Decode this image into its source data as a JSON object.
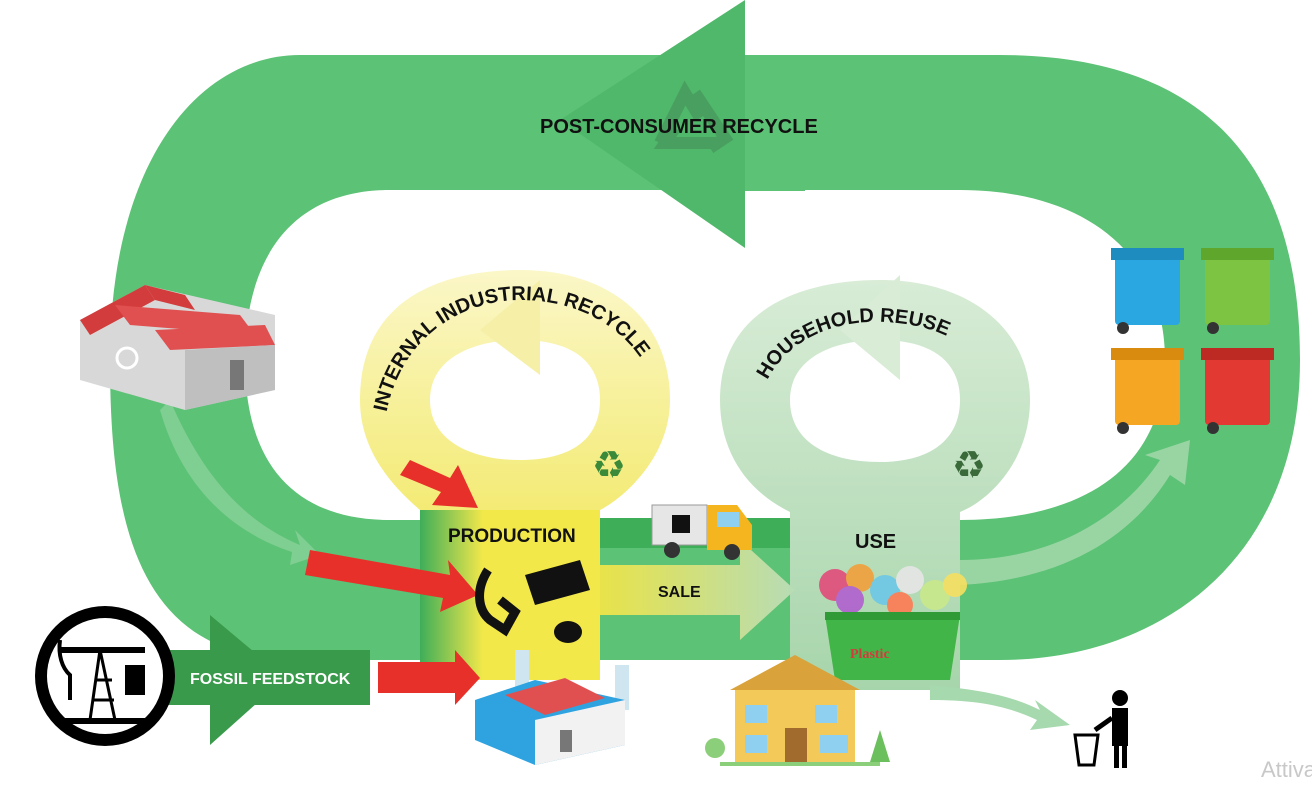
{
  "labels": {
    "post_consumer": "POST-CONSUMER RECYCLE",
    "internal": "INTERNAL INDUSTRIAL RECYCLE",
    "household": "HOUSEHOLD REUSE",
    "production": "PRODUCTION",
    "use": "USE",
    "sale": "SALE",
    "fossil": "FOSSIL FEEDSTOCK",
    "plastic": "Plastic"
  },
  "watermark": "Attiva",
  "colors": {
    "main_loop": "#4cb866",
    "dark_green": "#3a9a4c",
    "light_green": "#b6dcb8",
    "yellow": "#f2e84a",
    "pale_yellow": "#f8f2a0",
    "red_arrow": "#e8302a"
  },
  "icons": [
    "factory-icon",
    "recycle-icon",
    "oil-pump-icon",
    "truck-icon",
    "house-icon",
    "recycling-bins-icon",
    "trash-person-icon",
    "plastic-basket-icon",
    "buckle-icon"
  ]
}
